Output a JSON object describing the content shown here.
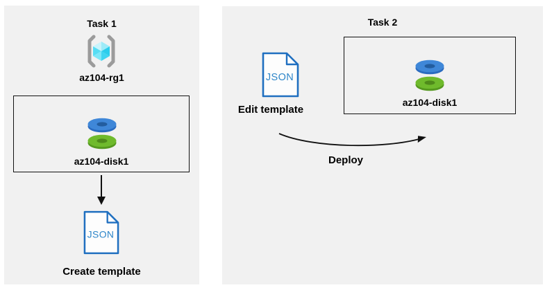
{
  "colors": {
    "panel_bg": "#f1f1f1",
    "box_border": "#111111",
    "arrow": "#111111",
    "doc_stroke": "#1f6fc0",
    "doc_label": "#2e86c9",
    "bracket_gray": "#9b9b9b",
    "cube_top_left": "#c8f4fc",
    "cube_top_right": "#9debf8",
    "cube_left": "#55ddf4",
    "cube_bottom_left": "#7ce7f8",
    "cube_bottom_right": "#3fd5f1",
    "cube_right": "#2bcdec",
    "disk_blue_top": "#3f87d8",
    "disk_blue_side": "#2a6bc0",
    "disk_blue_hole": "#235d9f",
    "disk_green_top": "#6fba2c",
    "disk_green_side": "#55991f",
    "disk_green_hole": "#4f8a1b"
  },
  "task1": {
    "title": "Task 1",
    "resource_group_label": "az104-rg1",
    "disk_label": "az104-disk1",
    "doc_text": "JSON",
    "caption": "Create template"
  },
  "task2": {
    "title": "Task 2",
    "doc_text": "JSON",
    "edit_caption": "Edit template",
    "disk_label": "az104-disk1",
    "deploy_caption": "Deploy"
  }
}
